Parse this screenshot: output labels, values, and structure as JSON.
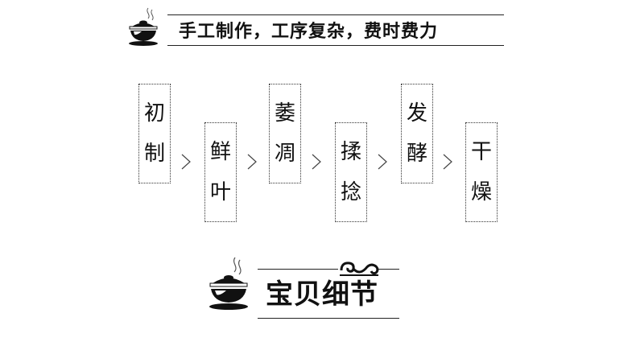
{
  "header": {
    "title": "手工制作，工序复杂，费时费力"
  },
  "process": {
    "steps": [
      {
        "char1": "初",
        "char2": "制"
      },
      {
        "char1": "鲜",
        "char2": "叶"
      },
      {
        "char1": "萎",
        "char2": "凋"
      },
      {
        "char1": "揉",
        "char2": "捻"
      },
      {
        "char1": "发",
        "char2": "酵"
      },
      {
        "char1": "干",
        "char2": "燥"
      }
    ],
    "arrow_icon": "chevron-right-icon"
  },
  "section": {
    "title": "宝贝细节",
    "icon": "teacup-icon",
    "ornament": "cloud-scroll-icon"
  }
}
